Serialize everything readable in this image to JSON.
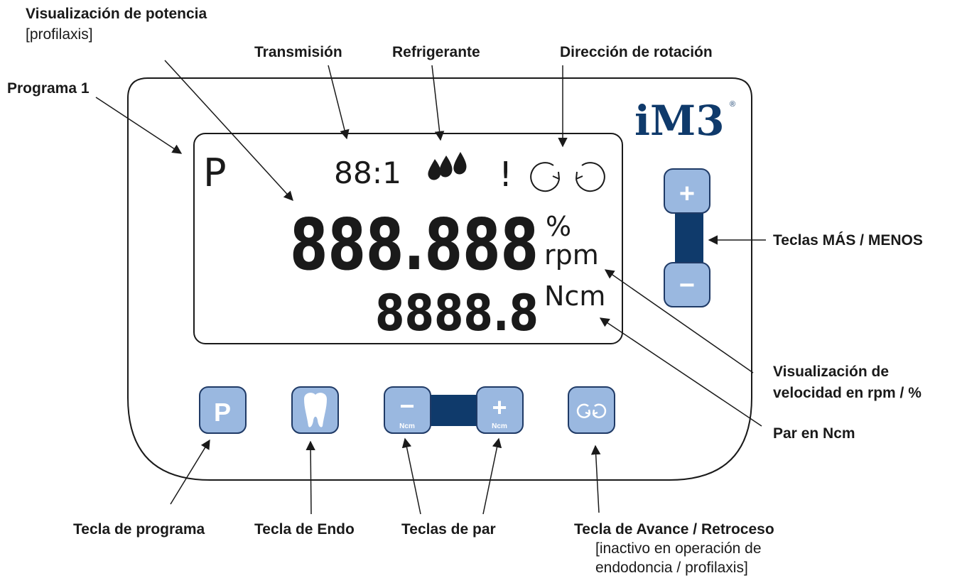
{
  "labels": {
    "power_display": "Visualización de potencia",
    "power_display_sub": "[profilaxis]",
    "transmission": "Transmisión",
    "coolant": "Refrigerante",
    "rotation_direction": "Dirección de rotación",
    "program1": "Programa 1",
    "plus_minus_keys": "Teclas MÁS / MENOS",
    "speed_display_line1": "Visualización de",
    "speed_display_line2": "velocidad en rpm / %",
    "torque_ncm": "Par en Ncm",
    "program_key": "Tecla de programa",
    "endo_key": "Tecla de Endo",
    "torque_keys": "Teclas de par",
    "fwd_rev_key": "Tecla de Avance / Retroceso",
    "fwd_rev_sub1": "[inactivo en operación de",
    "fwd_rev_sub2": "endodoncia / profilaxis]"
  },
  "brand": {
    "logo": "iM3",
    "registered": "®",
    "color": "#0f3a6b"
  },
  "lcd": {
    "program_letter": "P",
    "ratio": "88:1",
    "warning": "!",
    "speed_value": "888.888",
    "unit_percent": "%",
    "unit_rpm": "rpm",
    "torque_value": "8888.8",
    "unit_ncm": "Ncm"
  },
  "buttons": {
    "program": "P",
    "plus": "+",
    "minus": "−",
    "torque_minus": "−",
    "torque_plus": "+",
    "torque_unit": "Ncm"
  },
  "colors": {
    "button_fill": "#9ab8e0",
    "navy": "#0f3a6b"
  }
}
